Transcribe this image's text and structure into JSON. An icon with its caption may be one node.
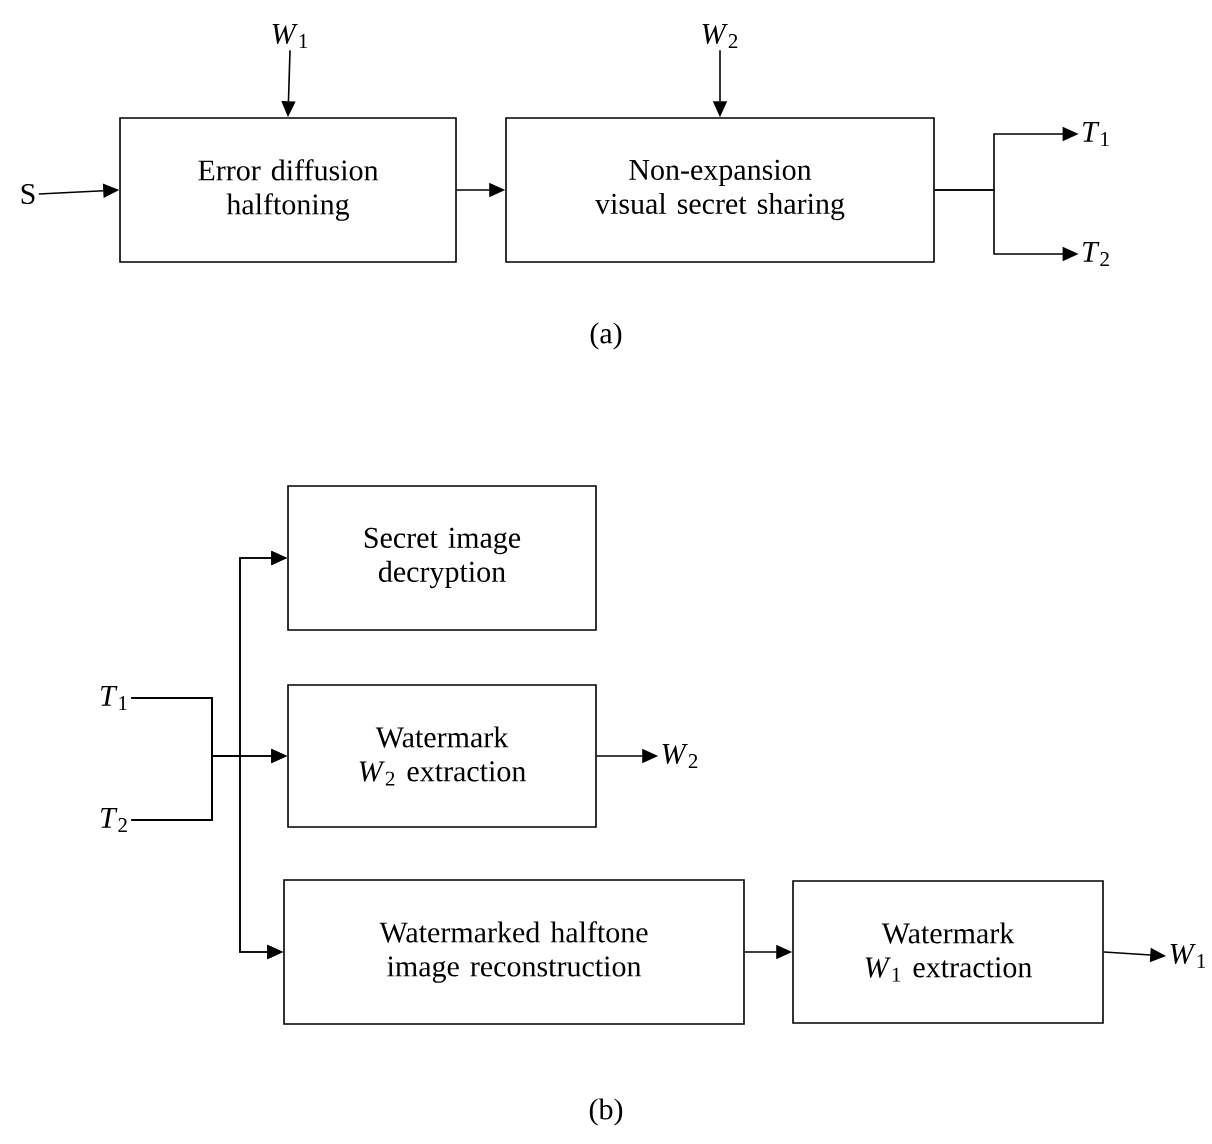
{
  "diagram": {
    "nodes": [
      {
        "text": [
          "S"
        ]
      },
      {
        "text": [
          "*W*$_{1}$"
        ]
      },
      {
        "text": [
          "Error diffusion halftoning"
        ]
      },
      {
        "text": [
          "*W*$_{2}$"
        ]
      },
      {
        "text": [
          "Non-expansion visual secret sharing"
        ]
      },
      {
        "text": [
          "*T*$_{1}$"
        ]
      },
      {
        "text": [
          "*T*$_{2}$"
        ]
      },
      {
        "text": [
          "Secret image decryption"
        ]
      },
      {
        "text": [
          "*T*$_{1}$"
        ]
      },
      {
        "text": [
          "*T*$_{2}$"
        ]
      },
      {
        "text": [
          "Watermark *W*$_{2}$ extraction"
        ]
      },
      {
        "text": [
          "*W*$_{2}$"
        ]
      },
      {
        "text": [
          "Watermarked halftone image reconstruction"
        ]
      },
      {
        "text": [
          "Watermark *W*$_{1}$ extraction"
        ]
      },
      {
        "text": [
          "*W*$_{1}$"
        ]
      }
    ],
    "edges": [
      {
        "from": 0,
        "to": 2,
        "arrow": "to"
      },
      {
        "from": 1,
        "to": 2,
        "arrow": "to"
      },
      {
        "from": 2,
        "to": 4,
        "arrow": "to"
      },
      {
        "from": 3,
        "to": 4,
        "arrow": "to"
      },
      {
        "from": 4,
        "to": 5,
        "arrow": "to"
      },
      {
        "from": 4,
        "to": 6,
        "arrow": "to"
      },
      {
        "from": 8,
        "to": 7,
        "arrow": "to"
      },
      {
        "from": 8,
        "to": 10,
        "arrow": "to"
      },
      {
        "from": 8,
        "to": 12,
        "arrow": "to"
      },
      {
        "from": 9,
        "to": 7,
        "arrow": "to"
      },
      {
        "from": 9,
        "to": 10,
        "arrow": "to"
      },
      {
        "from": 9,
        "to": 12,
        "arrow": "to"
      },
      {
        "from": 10,
        "to": 11,
        "arrow": "to"
      },
      {
        "from": 12,
        "to": 13,
        "arrow": "to"
      },
      {
        "from": 13,
        "to": 14,
        "arrow": "to"
      }
    ],
    "labels": [
      "(a)",
      "(b)"
    ]
  }
}
